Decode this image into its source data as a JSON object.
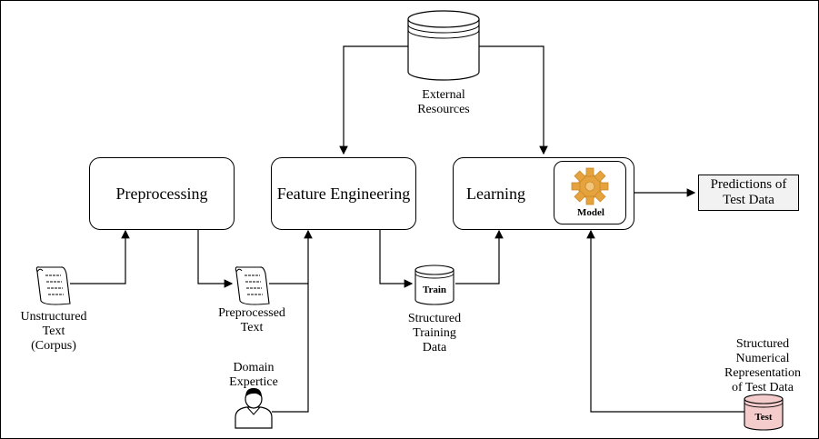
{
  "nodes": {
    "preprocessing": "Preprocessing",
    "feature_engineering": "Feature Engineering",
    "learning": "Learning",
    "model": "Model",
    "predictions_line1": "Predictions of",
    "predictions_line2": "Test Data"
  },
  "labels": {
    "external_line1": "External",
    "external_line2": "Resources",
    "unstructured_line1": "Unstructured",
    "unstructured_line2": "Text",
    "unstructured_line3": "(Corpus)",
    "preprocessed_line1": "Preprocessed",
    "preprocessed_line2": "Text",
    "domain_line1": "Domain",
    "domain_line2": "Expertice",
    "structured_training_line1": "Structured",
    "structured_training_line2": "Training",
    "structured_training_line3": "Data",
    "structured_test_line1": "Structured",
    "structured_test_line2": "Numerical",
    "structured_test_line3": "Representation",
    "structured_test_line4": "of Test Data"
  },
  "cylinders": {
    "train": "Train",
    "test": "Test"
  },
  "colors": {
    "gear": "#e6a23c",
    "test_cylinder": "#f4cccc",
    "prediction_fill": "#f2f2f2"
  }
}
